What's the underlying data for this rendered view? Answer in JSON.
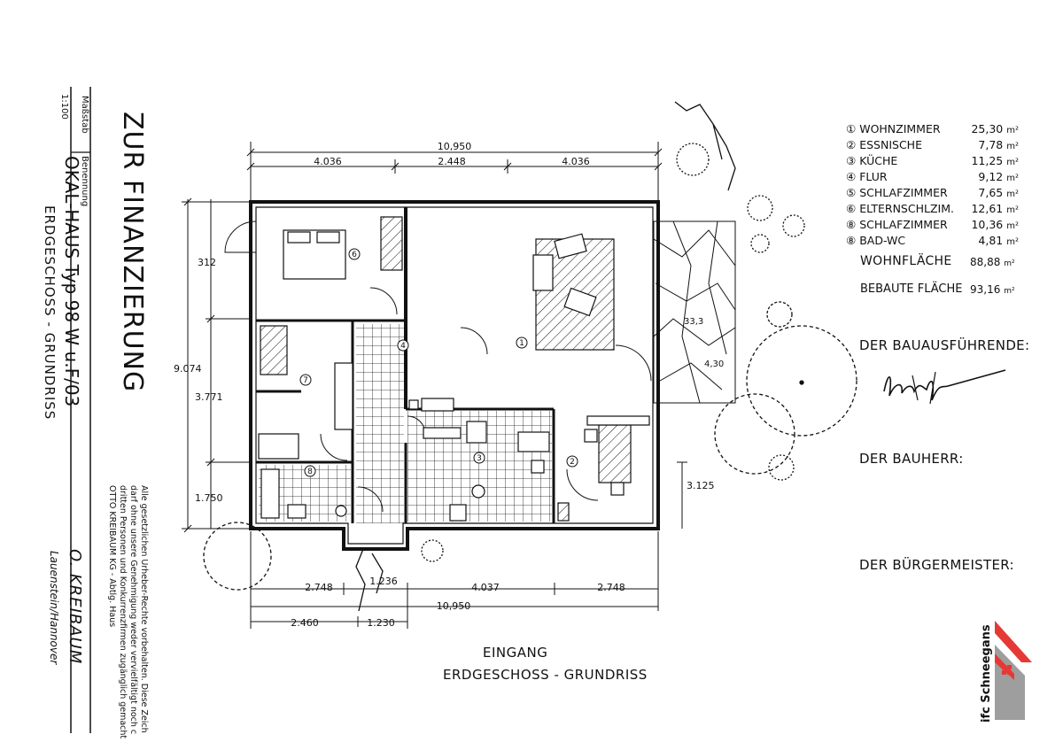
{
  "title_block": {
    "massstab_label": "Maßstab",
    "massstab_value": "1:100",
    "benennung_label": "Benennung",
    "main_title": "ZUR FINANZIERUNG",
    "house_type": "OKAL-HAUS  Typ 98 W u.F/03",
    "subtitle": "ERDGESCHOSS - GRUNDRISS",
    "legal_lines": [
      "Alle gesetzlichen Urheber-Rechte vorbehalten. Diese Zeich",
      "darf ohne unsere Genehmigung weder vervielfältigt noch c",
      "dritten Personen und Konkurrenzfirmen zugänglich gemacht",
      "OTTO KREIBAUM KG - Abtlg. Haus"
    ],
    "company": "O. KREIBAUM",
    "company_location": "Lauenstein/Hannover"
  },
  "rooms": [
    {
      "num": "①",
      "name": "WOHNZIMMER",
      "area": "25,30",
      "unit": "m²"
    },
    {
      "num": "②",
      "name": "ESSNISCHE",
      "area": "7,78",
      "unit": "m²"
    },
    {
      "num": "③",
      "name": "KÜCHE",
      "area": "11,25",
      "unit": "m²"
    },
    {
      "num": "④",
      "name": "FLUR",
      "area": "9,12",
      "unit": "m²"
    },
    {
      "num": "⑤",
      "name": "SCHLAFZIMMER",
      "area": "7,65",
      "unit": "m²"
    },
    {
      "num": "⑥",
      "name": "ELTERNSCHLZIM.",
      "area": "12,61",
      "unit": "m²"
    },
    {
      "num": "⑧",
      "name": "SCHLAFZIMMER",
      "area": "10,36",
      "unit": "m²"
    },
    {
      "num": "⑧",
      "name": "BAD-WC",
      "area": "4,81",
      "unit": "m²"
    }
  ],
  "wohnflaeche": {
    "label": "WOHNFLÄCHE",
    "value": "88,88",
    "unit": "m²"
  },
  "bebaute_flaeche": {
    "label": "BEBAUTE FLÄCHE",
    "value": "93,16",
    "unit": "m²"
  },
  "signatures": {
    "bauausfuehrende": "DER BAUAUSFÜHRENDE:",
    "bauherr": "DER BAUHERR:",
    "buergermeister": "DER BÜRGERMEISTER:"
  },
  "plan": {
    "dim_top_total": "10,950",
    "dim_top_parts": [
      "4.036",
      "2.448",
      "4.036"
    ],
    "dim_left_total": "9.074",
    "dim_left_parts": [
      "312",
      "3.771",
      "1.750"
    ],
    "dim_right": "3.125",
    "dim_bottom_row1": [
      "2.748",
      "1.236",
      "4.037",
      "2.748"
    ],
    "dim_bottom_total": "10,950",
    "dim_bottom_row3": [
      "2.460",
      "1.230"
    ],
    "room_numbers": [
      "6",
      "7",
      "8",
      "4",
      "1",
      "3",
      "2"
    ],
    "terrace_values": [
      "33,3",
      "4,30"
    ],
    "entrance_label": "EINGANG",
    "plan_caption": "ERDGESCHOSS - GRUNDRISS"
  },
  "logo": {
    "text": "ifc Schneegans",
    "accent_color": "#e53935"
  }
}
